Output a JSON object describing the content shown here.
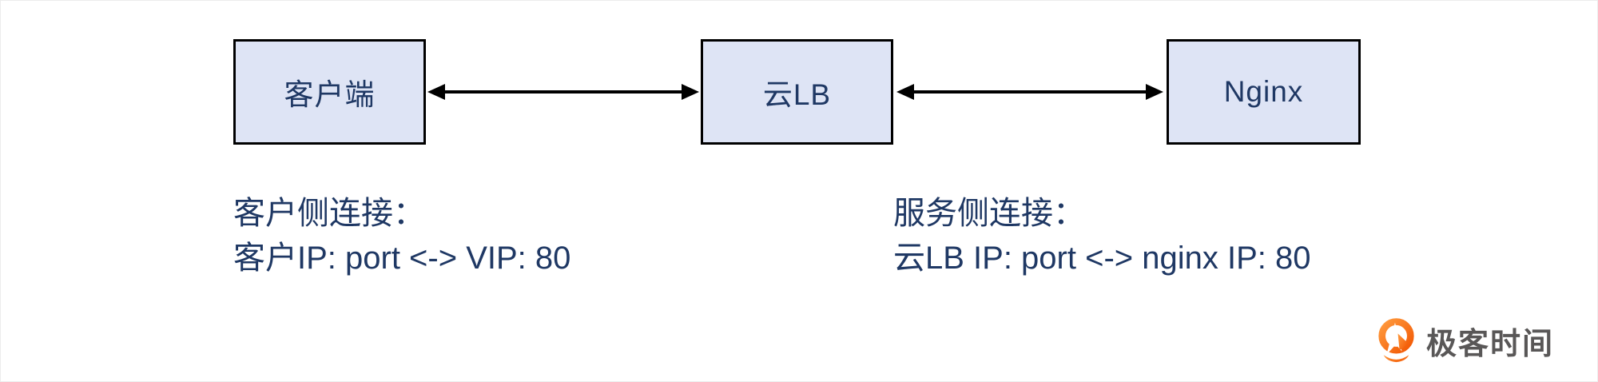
{
  "diagram": {
    "nodes": [
      {
        "id": "client",
        "label": "客户端"
      },
      {
        "id": "cloud-lb",
        "label": "云LB"
      },
      {
        "id": "nginx",
        "label": "Nginx"
      }
    ],
    "connections": [
      {
        "from": "client",
        "to": "cloud-lb",
        "type": "bidirectional-arrow"
      },
      {
        "from": "cloud-lb",
        "to": "nginx",
        "type": "bidirectional-arrow"
      }
    ],
    "annotations": [
      {
        "title": "客户侧连接：",
        "detail": "客户IP: port <-> VIP: 80"
      },
      {
        "title": "服务侧连接：",
        "detail": "云LB IP: port <-> nginx IP: 80"
      }
    ]
  },
  "branding": {
    "logo_icon": "geektime-logo-icon",
    "logo_text": "极客时间",
    "logo_orange": "#f96603",
    "logo_text_color": "#595757"
  },
  "colors": {
    "background": "#ffffff",
    "node_fill": "#dee4f5",
    "node_border": "#000000",
    "node_text": "#1f3864",
    "annotation_text": "#1f3864",
    "arrow": "#000000",
    "logo_text": "#595757"
  }
}
